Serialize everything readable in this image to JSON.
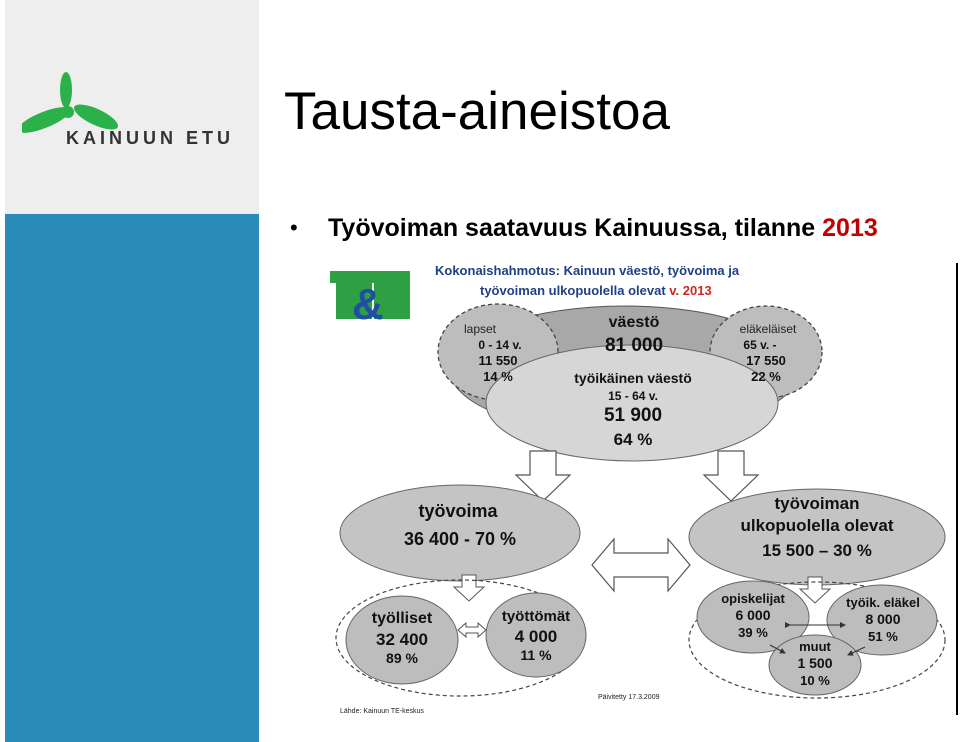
{
  "slide": {
    "title": "Tausta-aineistoa",
    "bullet": "Työvoiman saatavuus Kainuussa, tilanne",
    "year": "2013"
  },
  "logo": {
    "wordmark": "KAINUUN ETU",
    "color": "#2cb04a",
    "icon": "propeller-icon"
  },
  "te_logo": {
    "text": "TE",
    "ampersand": "&",
    "green": "#2ea043",
    "blue": "#1f4fa3"
  },
  "diagram": {
    "heading_line1": "Kokonaishahmotus: Kainuun väestö, työvoima ja",
    "heading_line2": "työvoiman ulkopuolella olevat",
    "heading_year": "v. 2013",
    "population": {
      "label": "väestö",
      "value": "81 000"
    },
    "children": {
      "label": "lapset",
      "age": "0 - 14 v.",
      "value": "11 550",
      "pct": "14 %"
    },
    "pensioners": {
      "label": "eläkeläiset",
      "age": "65 v. -",
      "value": "17 550",
      "pct": "22 %"
    },
    "working_age": {
      "label": "työikäinen väestö",
      "age": "15 - 64 v.",
      "value": "51 900",
      "pct": "64 %"
    },
    "workforce": {
      "label": "työvoima",
      "value": "36 400 - 70 %"
    },
    "outside": {
      "label1": "työvoiman",
      "label2": "ulkopuolella olevat",
      "value": "15 500 – 30 %"
    },
    "employed": {
      "label": "työlliset",
      "value": "32 400",
      "pct": "89 %"
    },
    "unemployed": {
      "label": "työttömät",
      "value": "4 000",
      "pct": "11 %"
    },
    "students": {
      "label": "opiskelijat",
      "value": "6 000",
      "pct": "39 %"
    },
    "early_retired": {
      "label": "työik. eläkel",
      "value": "8 000",
      "pct": "51 %"
    },
    "others": {
      "label": "muut",
      "value": "1 500",
      "pct": "10 %"
    },
    "source": "Lähde: Kainuun TE-keskus",
    "updated": "Päivitetty 17.3.2009",
    "colors": {
      "dark_ellipse": "#a8a8a8",
      "light_ellipse": "#d6d6d6",
      "mid_ellipse": "#c4c4c4",
      "accent_red": "#d0281e",
      "heading_blue": "#1f3f86"
    }
  }
}
